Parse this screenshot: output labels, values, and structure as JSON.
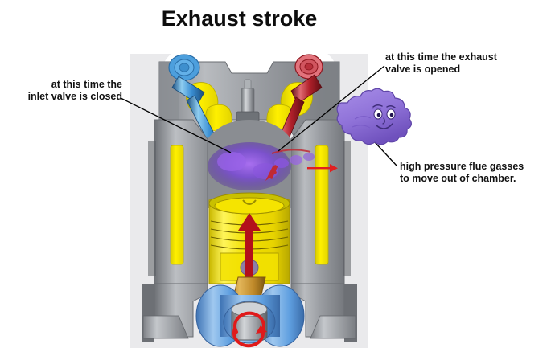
{
  "title": "Exhaust stroke",
  "annotations": {
    "inlet": "at this time the\ninlet valve is closed",
    "exhaust_valve": "at this time the exhaust\nvalve is opened",
    "flue_gasses": "high pressure flue gasses\nto move out of chamber."
  },
  "diagram": {
    "name": "four-stroke-engine-cutaway",
    "panel_background": "#eaeaec",
    "parts": {
      "inlet_valve": {
        "label": "inlet-valve",
        "color": "#3a8fd4",
        "state": "closed"
      },
      "exhaust_valve": {
        "label": "exhaust-valve",
        "color": "#b0202a",
        "state": "open"
      },
      "spark_plug": {
        "label": "spark-plug",
        "color": "#8d9195"
      },
      "piston": {
        "label": "piston",
        "color": "#ece000"
      },
      "cylinder_block": {
        "label": "cylinder-block",
        "color": "#9a9da2"
      },
      "coolant_port": {
        "label": "coolant-port",
        "color": "#f3e500"
      },
      "combustion_gas": {
        "label": "combustion-gas",
        "color": "#7b4fd0"
      },
      "crankshaft": {
        "label": "crankshaft",
        "color": "#5f9fe0"
      },
      "connecting_rod": {
        "label": "connecting-rod",
        "color": "#c08a2a"
      },
      "gas_cloud": {
        "label": "flue-gas-cloud",
        "color": "#8f72d8"
      },
      "motion_arrow": {
        "label": "piston-motion-arrow",
        "color": "#b3101b",
        "direction": "up"
      },
      "gas_flow_arrow": {
        "label": "gas-flow-arrow",
        "color": "#e02020",
        "direction": "right"
      },
      "rotation_arrow": {
        "label": "crank-rotation-arrow",
        "color": "#e01a1a",
        "direction": "clockwise"
      }
    }
  },
  "colors": {
    "title_text": "#0d0d0d",
    "annotation_text": "#111111",
    "leader_line": "#000000",
    "page_background": "#ffffff"
  }
}
